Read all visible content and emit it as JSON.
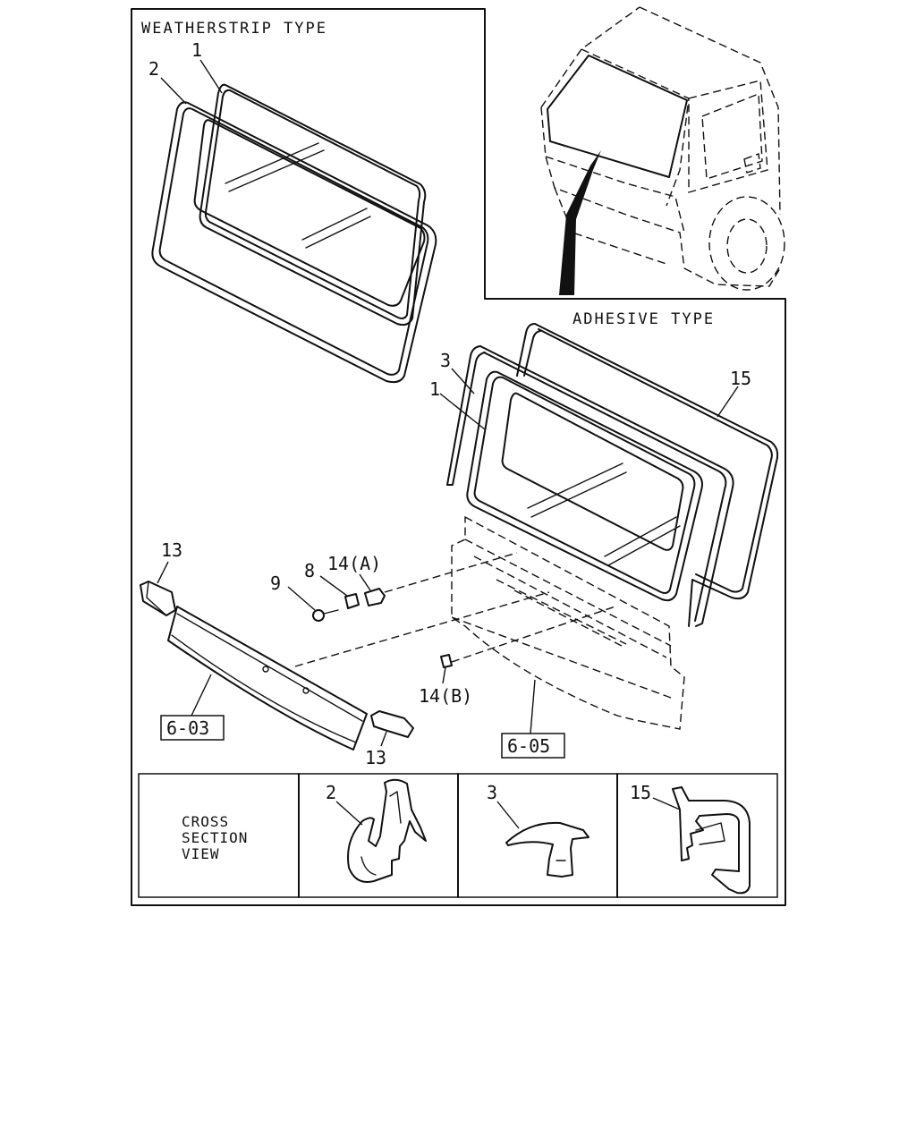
{
  "headers": {
    "weatherstrip_type": "WEATHERSTRIP TYPE",
    "adhesive_type": "ADHESIVE TYPE"
  },
  "part_labels": {
    "p1_top": "1",
    "p2_top": "2",
    "p3": "3",
    "p1_adhesive": "1",
    "p15": "15",
    "p13_left": "13",
    "p13_right": "13",
    "p9": "9",
    "p8": "8",
    "p14a": "14(A)",
    "p14b": "14(B)"
  },
  "reference_boxes": {
    "ref_603": "6-03",
    "ref_605": "6-05"
  },
  "cross_section": {
    "caption_line1": "CROSS",
    "caption_line2": "SECTION",
    "caption_line3": "VIEW",
    "label_2": "2",
    "label_3": "3",
    "label_15": "15"
  }
}
